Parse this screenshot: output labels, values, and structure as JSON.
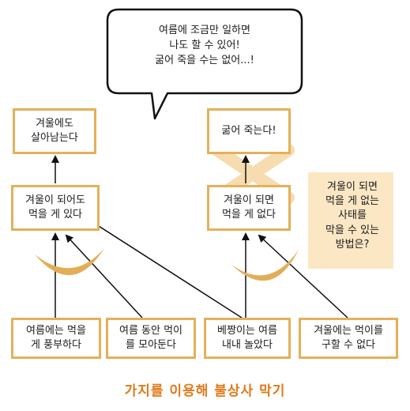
{
  "speech_bubble": "여름에 조금만 일하면\n나도 할 수 있어!\n굶어 죽을 수는 없어...!",
  "boxes": {
    "survive_winter": "겨울에도\n살아남는다",
    "starve": "굶어 죽는다!",
    "eat_winter_left": "겨울이 되어도\n먹을 게 있다",
    "no_food_winter": "겨울이 되면\n먹을 게 없다",
    "summer_plenty": "여름에는 먹을\n게 풍부하다",
    "gather_summer": "여름 동안 먹이\n를 모아둔다",
    "grasshopper_played": "베짱이는 여름\n내내 놀았다",
    "cannot_find_winter": "겨울에는 먹이를\n구할 수 없다"
  },
  "side_note": "겨울이 되면\n먹을 게 없는\n사태를\n막을 수 있는\n방법은?",
  "caption": "가지를 이용해 불상사 막기",
  "colors": {
    "border": "#e4b05a",
    "arc": "#e3ad57",
    "note_bg": "#fbe7c4",
    "caption": "#e07a1a",
    "cross": "#f6dcae"
  }
}
